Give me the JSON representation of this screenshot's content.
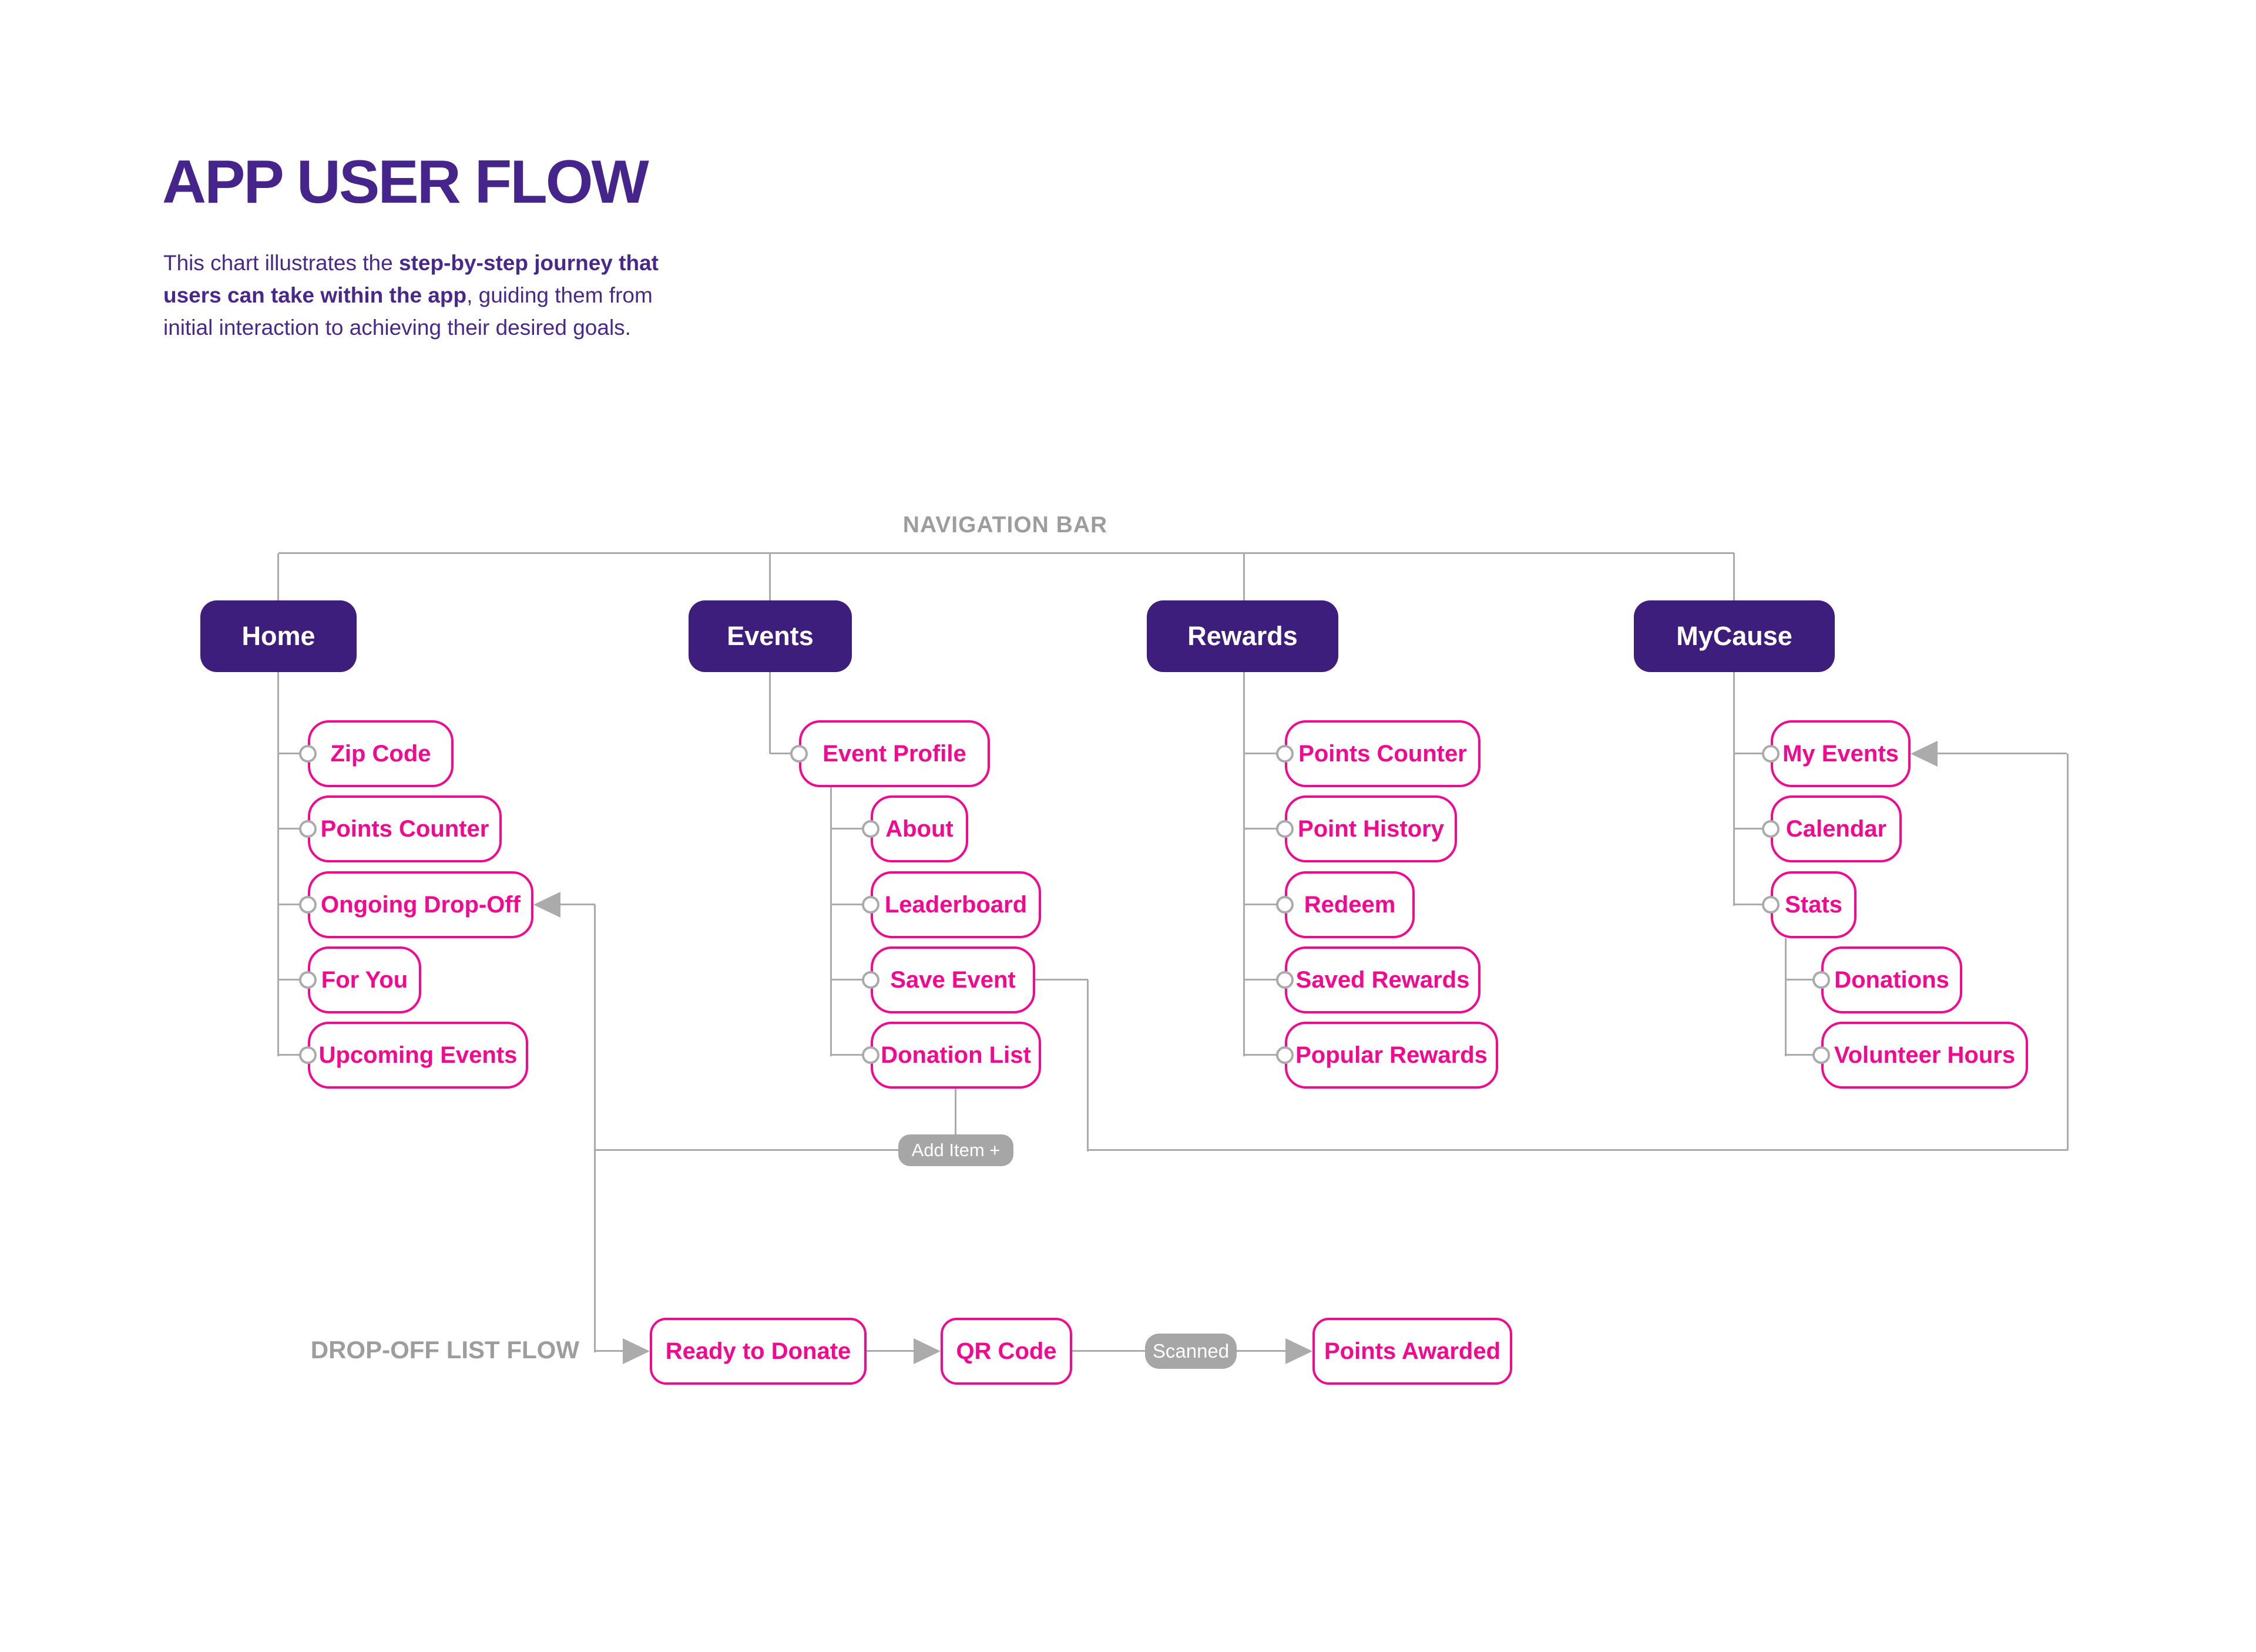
{
  "title": "APP USER FLOW",
  "subtitle": {
    "l1a": "This chart illustrates the ",
    "l1b": "step-by-step journey that",
    "l2a": "users can take within the app",
    "l2b": ", guiding them from",
    "l3a": "initial interaction to achieving their desired goals."
  },
  "section_labels": {
    "navigation_bar": "NAVIGATION BAR",
    "dropoff_list_flow": "DROP-OFF LIST FLOW"
  },
  "nav_tabs": {
    "home": "Home",
    "events": "Events",
    "rewards": "Rewards",
    "mycause": "MyCause"
  },
  "home_items": [
    "Zip Code",
    "Points Counter",
    "Ongoing Drop-Off",
    "For You",
    "Upcoming Events"
  ],
  "events_items": {
    "profile": "Event Profile",
    "children": [
      "About",
      "Leaderboard",
      "Save Event",
      "Donation List"
    ]
  },
  "rewards_items": [
    "Points Counter",
    "Point History",
    "Redeem",
    "Saved Rewards",
    "Popular Rewards"
  ],
  "mycause_items": {
    "main": [
      "My Events",
      "Calendar",
      "Stats"
    ],
    "stats_children": [
      "Donations",
      "Volunteer Hours"
    ]
  },
  "badges": {
    "add_item": "Add Item +",
    "scanned": "Scanned"
  },
  "dropoff_steps": [
    "Ready to Donate",
    "QR Code",
    "Points Awarded"
  ],
  "colors": {
    "button_purple": "#3E1E7C",
    "title_purple": "#45258B",
    "subtitle_purple": "#48288C",
    "node_pink": "#F2098F",
    "connector_gray": "#ABABAB",
    "label_gray": "#9D9D9D",
    "badge_gray": "#A6A6A6"
  }
}
